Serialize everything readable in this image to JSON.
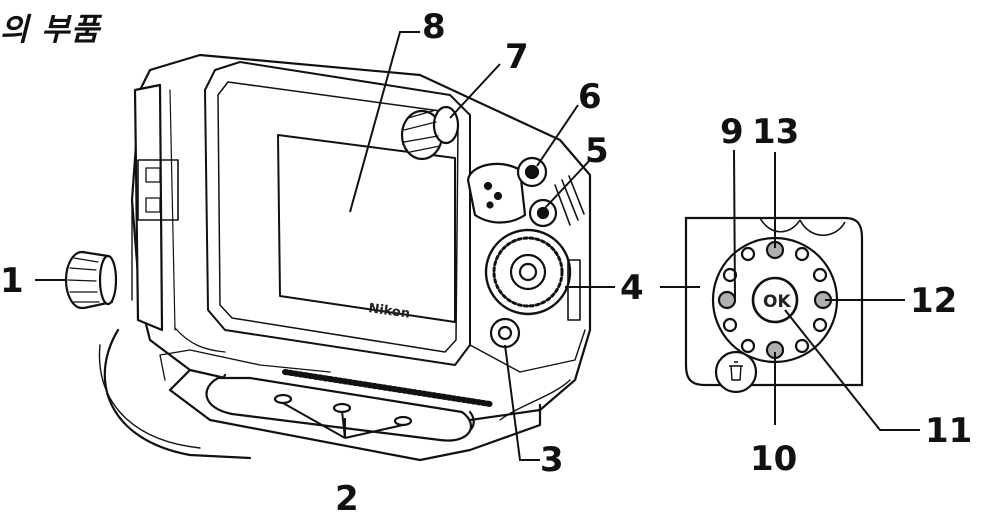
{
  "title": "의 부품",
  "body_logo": "Nikon",
  "ok_label": "OK",
  "callouts": [
    {
      "id": "c1",
      "label": "1"
    },
    {
      "id": "c2",
      "label": "2"
    },
    {
      "id": "c3",
      "label": "3"
    },
    {
      "id": "c4",
      "label": "4"
    },
    {
      "id": "c5",
      "label": "5"
    },
    {
      "id": "c6",
      "label": "6"
    },
    {
      "id": "c7",
      "label": "7"
    },
    {
      "id": "c8",
      "label": "8"
    },
    {
      "id": "c9",
      "label": "9"
    },
    {
      "id": "c10",
      "label": "10"
    },
    {
      "id": "c11",
      "label": "11"
    },
    {
      "id": "c12",
      "label": "12"
    },
    {
      "id": "c13",
      "label": "13"
    }
  ],
  "colors": {
    "ink": "#111111",
    "button_gray": "#b0b0b0",
    "screen_fill": "#ffffff"
  }
}
